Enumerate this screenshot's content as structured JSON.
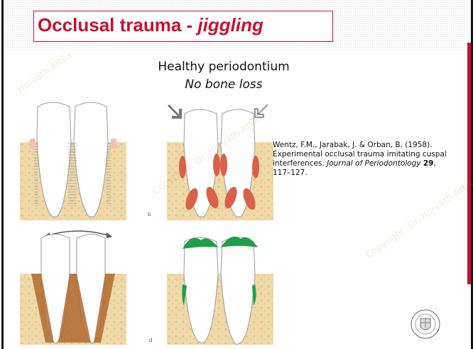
{
  "title": {
    "main": "Occlusal trauma - ",
    "emphasis": "jiggling"
  },
  "subtitle": {
    "line1": "Healthy periodontium",
    "line2": "No bone loss"
  },
  "citation": {
    "authors": "Wentz, F.M., Jarabak, J. & Orban, B. (1958). Experimental occlusal trauma imitating cuspal interferences.",
    "journal": "Journal of Periodontology",
    "volume": "29",
    "pages": ", 117–127."
  },
  "figure_labels": {
    "b": "b",
    "d": "d"
  },
  "watermarks": [
    "Copyright: Dr. Horváth Attila",
    "Horváth Attila",
    "Copyright: Dr. Horváth Attila"
  ],
  "colors": {
    "accent": "#c8102e",
    "bone": "#f0d9a8",
    "ligament_red": "#d9604a",
    "brown": "#b06a30",
    "green": "#1f9e4a"
  },
  "icons": [
    "pressure-arrow-icon",
    "outline-arrow-icon",
    "double-arrow-icon",
    "university-seal-icon"
  ]
}
